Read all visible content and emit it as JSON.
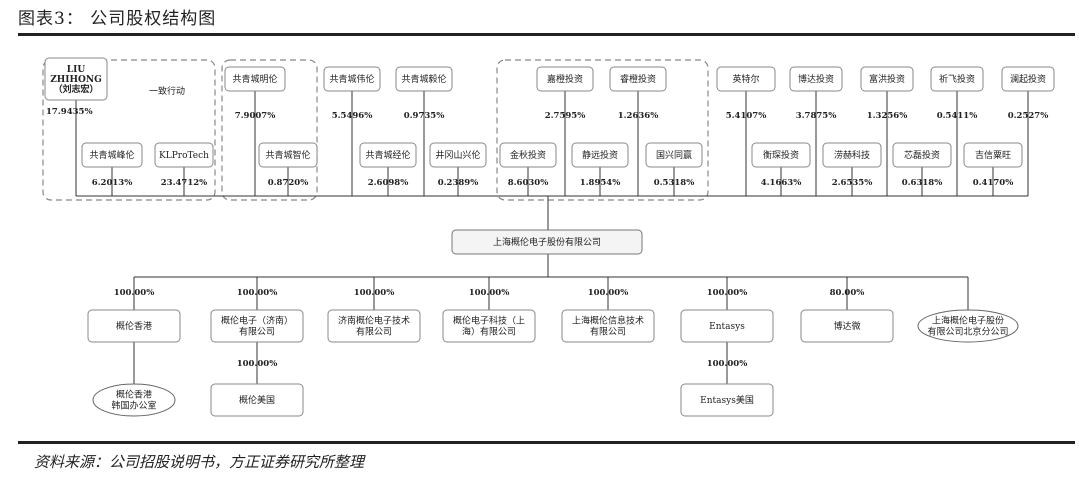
{
  "title": "图表3：  公司股权结构图",
  "source": "资料来源：公司招股说明书，方正证券研究所整理",
  "company": "上海概伦电子股份有限公司",
  "concert_label": "一致行动",
  "shareholders": [
    {
      "name": "LIU\nZHIHONG\n（刘志宏）",
      "pct": "17.9435%"
    },
    {
      "name": "共青城峰伦",
      "pct": "6.2013%"
    },
    {
      "name": "KLProTech",
      "pct": "23.4712%"
    },
    {
      "name": "共青城明伦",
      "pct": "7.9007%"
    },
    {
      "name": "共青城智伦",
      "pct": "0.8720%"
    },
    {
      "name": "共青城伟伦",
      "pct": "5.5496%"
    },
    {
      "name": "共青城毅伦",
      "pct": "0.9735%"
    },
    {
      "name": "共青城经伦",
      "pct": "2.6098%"
    },
    {
      "name": "井冈山兴伦",
      "pct": "0.2389%"
    },
    {
      "name": "嘉橙投资",
      "pct": "2.7595%"
    },
    {
      "name": "睿橙投资",
      "pct": "1.2636%"
    },
    {
      "name": "金秋投资",
      "pct": "8.6030%"
    },
    {
      "name": "静远投资",
      "pct": "1.8954%"
    },
    {
      "name": "国兴同赢",
      "pct": "0.5318%"
    },
    {
      "name": "英特尔",
      "pct": "5.4107%"
    },
    {
      "name": "博达投资",
      "pct": "3.7875%"
    },
    {
      "name": "富洪投资",
      "pct": "1.3256%"
    },
    {
      "name": "祈飞投资",
      "pct": "0.5411%"
    },
    {
      "name": "澜起投资",
      "pct": "0.2527%"
    },
    {
      "name": "衡琛投资",
      "pct": "4.1663%"
    },
    {
      "name": "涝赫科技",
      "pct": "2.6535%"
    },
    {
      "name": "芯磊投资",
      "pct": "0.6318%"
    },
    {
      "name": "吉信粟旺",
      "pct": "0.4170%"
    }
  ],
  "subsidiaries": [
    {
      "name": "概伦香港",
      "pct": "100.00%"
    },
    {
      "name": "概伦电子（济南）\n有限公司",
      "pct": "100.00%"
    },
    {
      "name": "济南概伦电子技术\n有限公司",
      "pct": "100.00%"
    },
    {
      "name": "概伦电子科技（上\n海）有限公司",
      "pct": "100.00%"
    },
    {
      "name": "上海概伦信息技术\n有限公司",
      "pct": "100.00%"
    },
    {
      "name": "Entasys",
      "pct": "100.00%"
    },
    {
      "name": "博达微",
      "pct": "80.00%"
    },
    {
      "name": "上海概伦电子股份\n有限公司北京分公司",
      "pct": ""
    }
  ],
  "second_level": [
    {
      "name": "概伦香港\n韩国办公室",
      "pct": ""
    },
    {
      "name": "概伦美国",
      "pct": "100.00%"
    },
    {
      "name": "Entasys美国",
      "pct": "100.00%"
    }
  ]
}
